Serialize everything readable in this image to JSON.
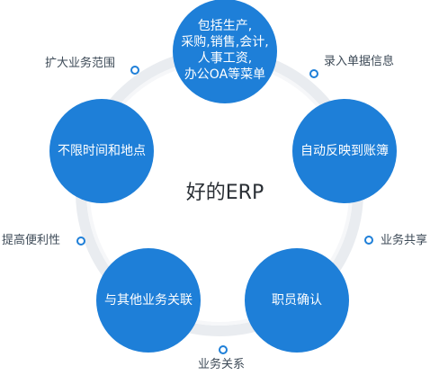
{
  "diagram": {
    "center_title": "好的ERP",
    "nodes": [
      {
        "lines": [
          "包括生产,",
          "采购,销售,会计,",
          "人事工资,",
          "办公OA等菜单"
        ]
      },
      {
        "lines": [
          "自动反映到账簿"
        ]
      },
      {
        "lines": [
          "职员确认"
        ]
      },
      {
        "lines": [
          "与其他业务关联"
        ]
      },
      {
        "lines": [
          "不限时间和地点"
        ]
      }
    ],
    "ring_labels": [
      "录入单据信息",
      "业务共享",
      "业务关系",
      "提高便利性",
      "扩大业务范围"
    ]
  },
  "colors": {
    "node_fill": "#1e7fd8",
    "ring": "#e9ecf0",
    "ring_inner": "#f6f7f9",
    "dot": "#1e7fd8"
  }
}
